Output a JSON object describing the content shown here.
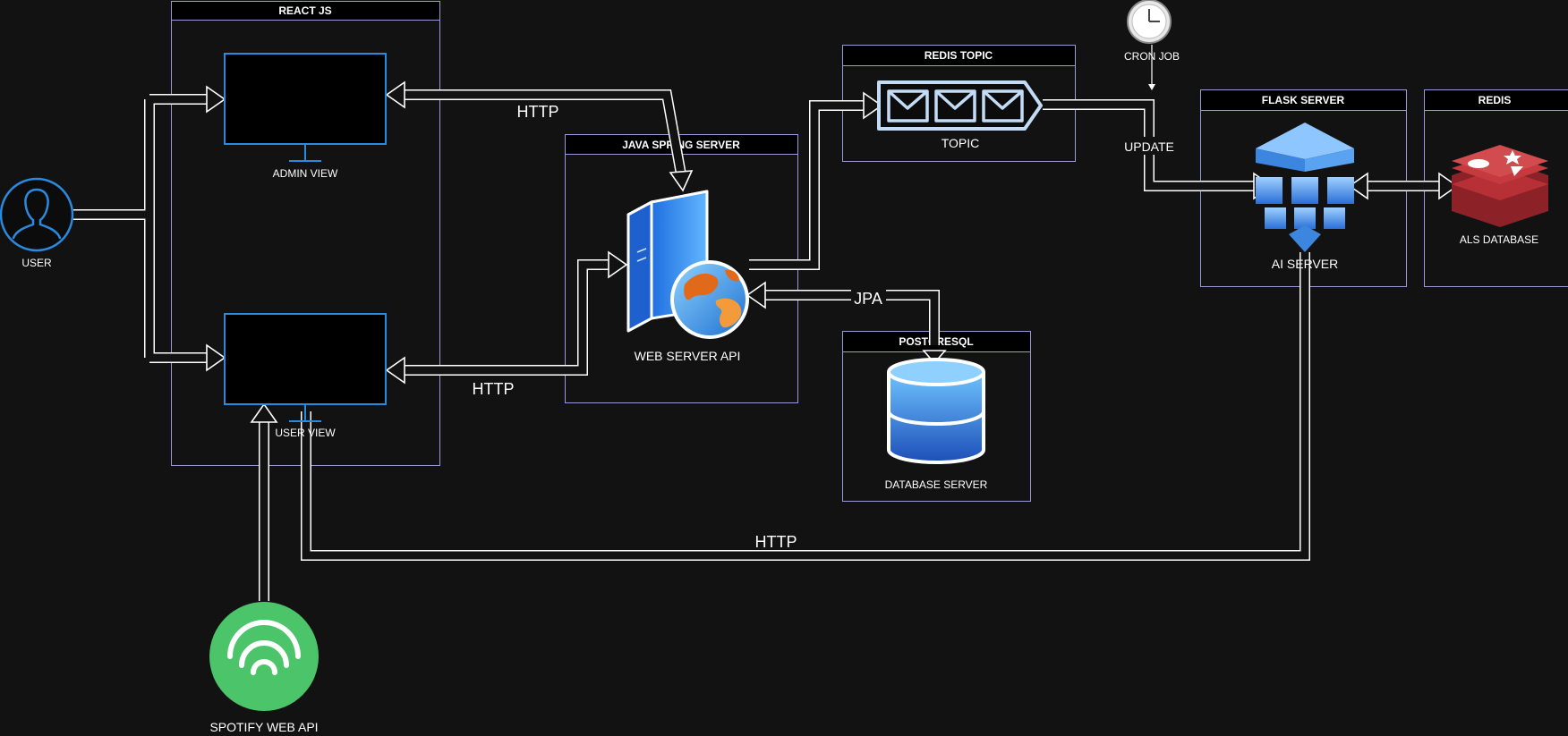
{
  "containers": {
    "react": "REACT JS",
    "java": "JAVA SPRING SERVER",
    "redis_topic": "REDIS TOPIC",
    "postgres": "POSTGRESQL",
    "flask": "FLASK SERVER",
    "redis": "REDIS"
  },
  "nodes": {
    "user": "USER",
    "admin_view": "ADMIN VIEW",
    "user_view": "USER VIEW",
    "web_server": "WEB SERVER API",
    "topic": "TOPIC",
    "database_server": "DATABASE SERVER",
    "cron_job": "CRON JOB",
    "ai_server": "AI SERVER",
    "als_database": "ALS DATABASE",
    "spotify": "SPOTIFY WEB API"
  },
  "edges": {
    "http_admin": "HTTP",
    "http_user": "HTTP",
    "http_ai": "HTTP",
    "jpa": "JPA",
    "update": "UPDATE"
  },
  "colors": {
    "background": "#121212",
    "container_border": "#9a9ad8",
    "monitor_border": "#2a8ae0",
    "user_icon": "#2a8ae0",
    "spotify_green": "#4cc46a",
    "redis_red": "#b73035"
  }
}
